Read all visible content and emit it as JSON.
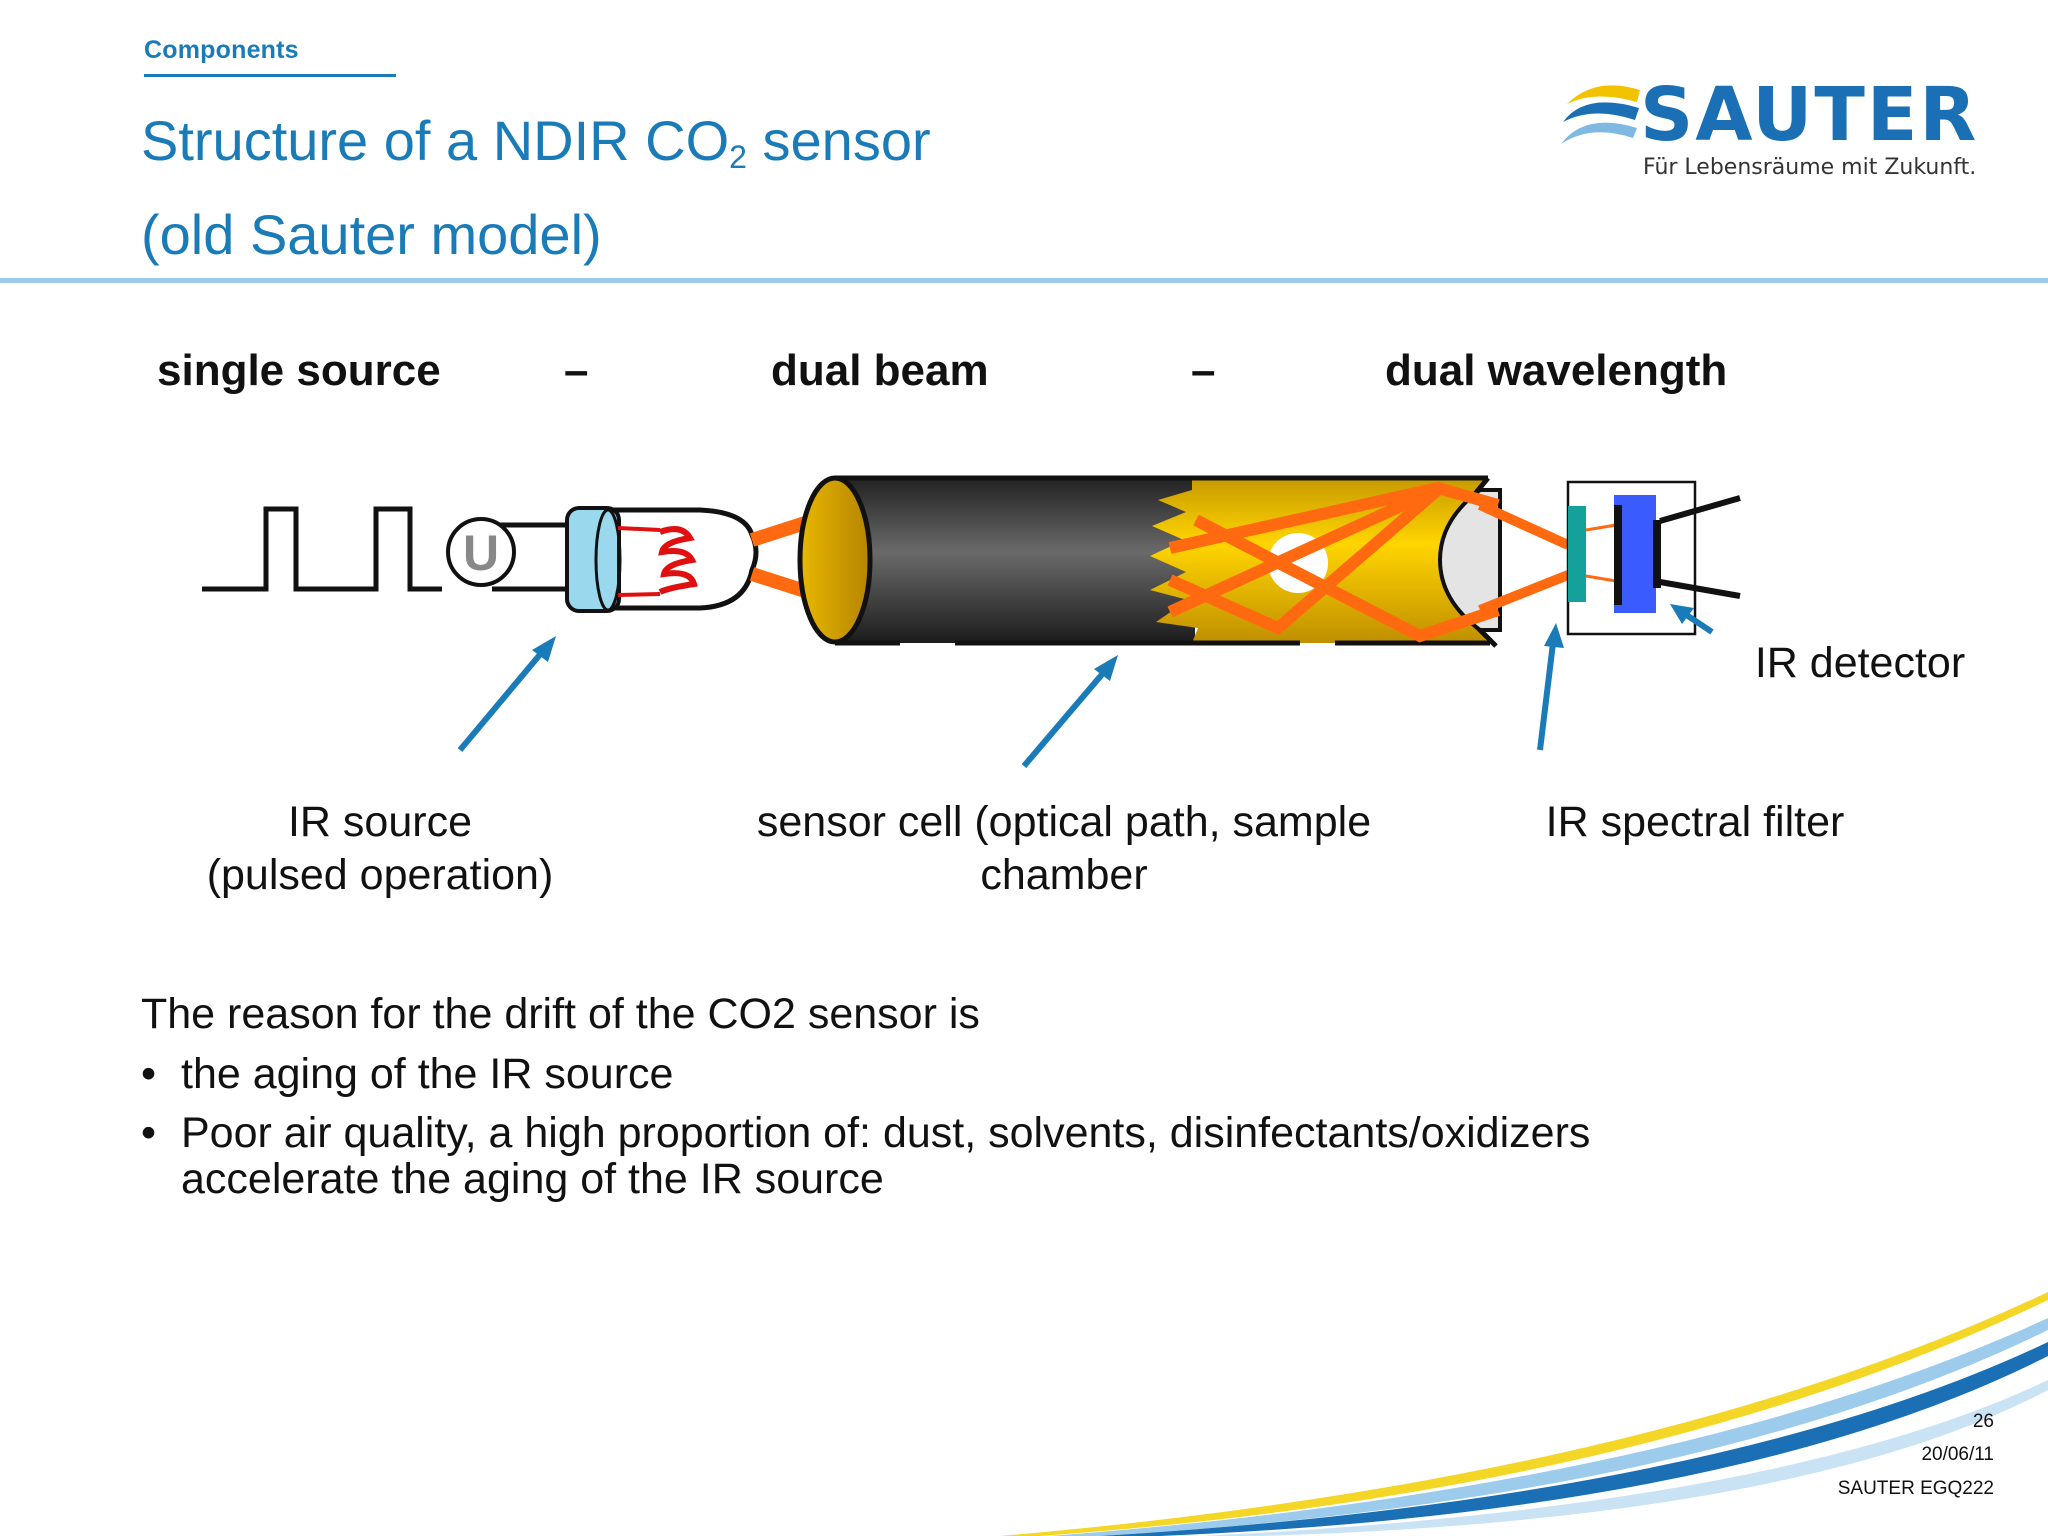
{
  "header": {
    "section": "Components",
    "title_line1_pre": "Structure of a NDIR CO",
    "title_subscript": "2",
    "title_line1_post": " sensor",
    "title_line2": "(old Sauter model)"
  },
  "logo": {
    "brand": "SAUTER",
    "tagline": "Für Lebensräume mit Zukunft."
  },
  "headings": {
    "h1": "single source",
    "dash1": "–",
    "h2": "dual beam",
    "dash2": "–",
    "h3": "dual wavelength"
  },
  "diagram": {
    "voltage_symbol": "U",
    "labels": {
      "ir_source": "IR source",
      "ir_source_note": "(pulsed operation)",
      "sensor_cell": "sensor cell (optical path, sample",
      "sensor_cell_2": "chamber",
      "ir_filter": "IR spectral filter",
      "ir_detector": "IR detector"
    }
  },
  "body": {
    "intro": "The reason for the drift of the CO2 sensor is",
    "bullets": [
      {
        "marker": "•",
        "text": "the aging of the IR source"
      },
      {
        "marker": "•",
        "text": "Poor air quality, a high proportion of: dust, solvents, disinfectants/oxidizers"
      },
      {
        "marker": "",
        "text": "accelerate the aging of the IR source"
      }
    ]
  },
  "footer": {
    "page": "26",
    "date": "20/06/11",
    "doc": "SAUTER EGQ222"
  },
  "colors": {
    "brand_blue": "#1a7bb9",
    "beam_orange": "#ff6a10",
    "cell_gold": "#f2c200",
    "detector_blue": "#3a5cff",
    "filter_teal": "#13a19a"
  }
}
